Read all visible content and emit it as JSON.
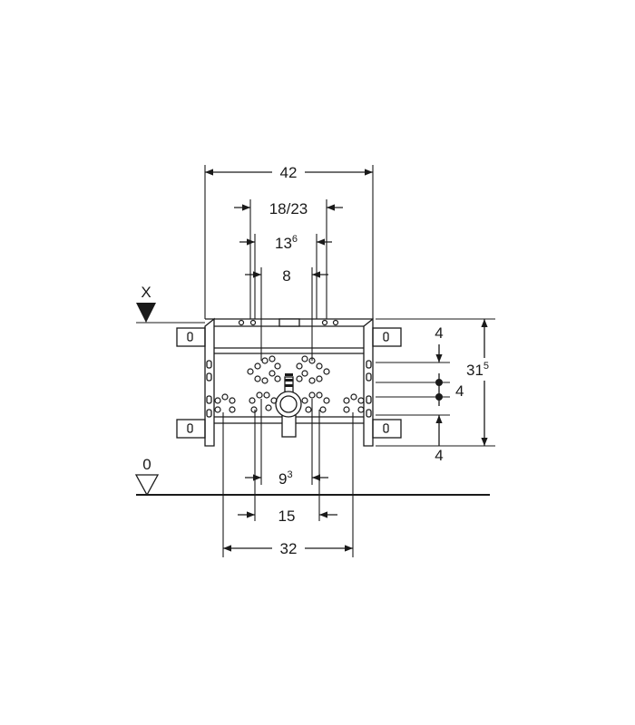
{
  "dimensions": {
    "d42": "42",
    "d18_23": "18/23",
    "d13": "13",
    "d13_sup": "6",
    "d8": "8",
    "d4_top": "4",
    "d4_mid": "4",
    "d4_bot": "4",
    "d31": "31",
    "d31_sup": "5",
    "d9": "9",
    "d9_sup": "3",
    "d15": "15",
    "d32": "32"
  },
  "markers": {
    "x_label": "X",
    "zero_label": "0"
  },
  "colors": {
    "line": "#1a1a1a",
    "background": "#ffffff"
  }
}
